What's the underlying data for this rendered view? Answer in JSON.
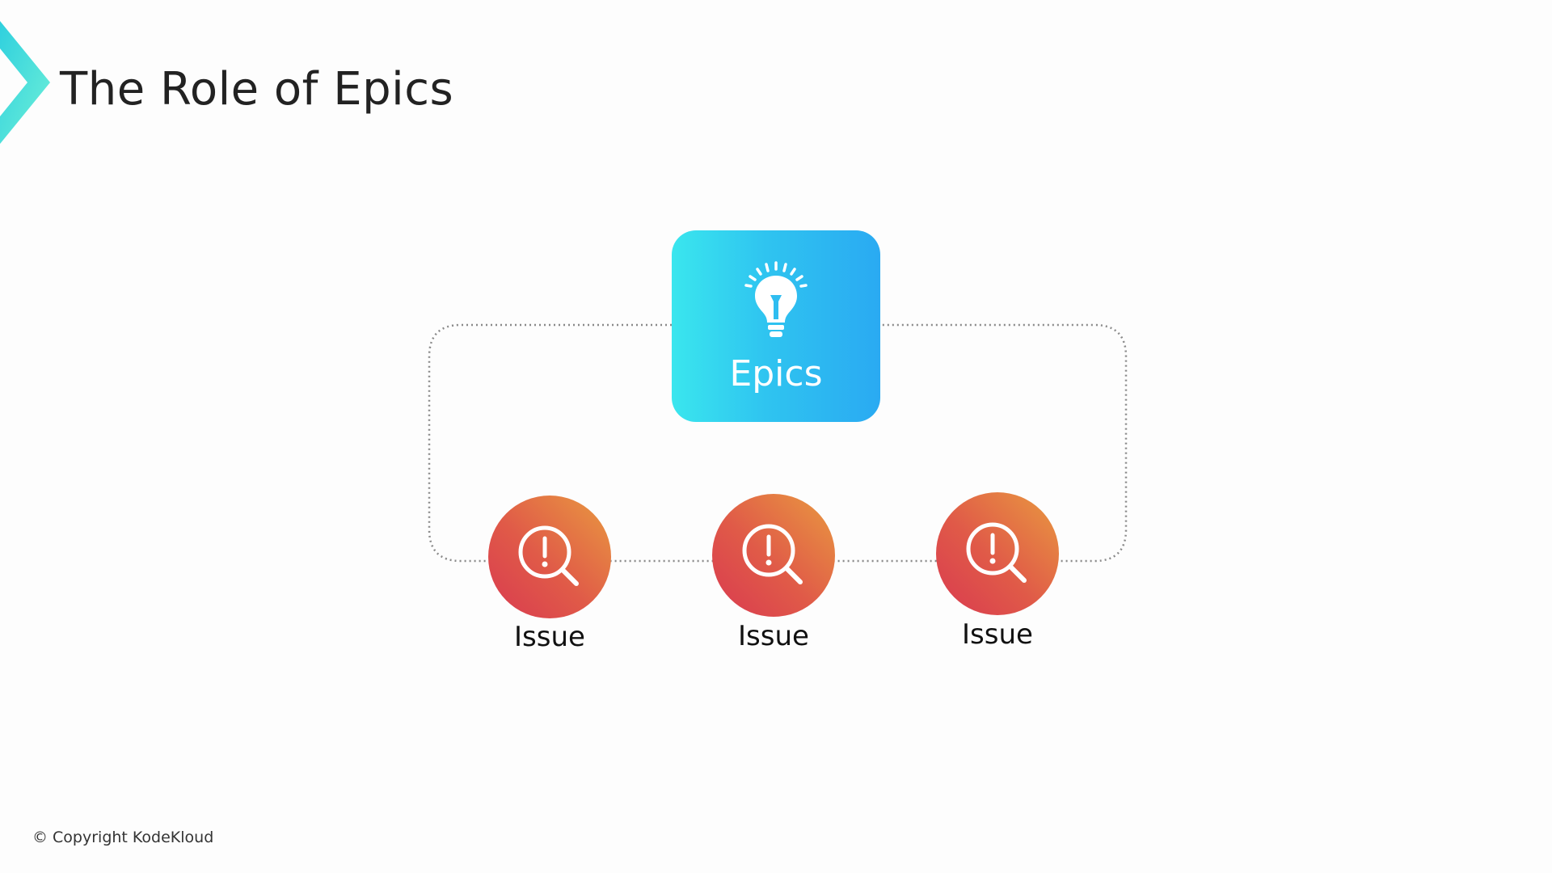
{
  "title": "The Role of Epics",
  "epic": {
    "label": "Epics",
    "icon": "lightbulb-icon"
  },
  "issues": [
    {
      "label": "Issue",
      "icon": "magnifier-exclamation-icon"
    },
    {
      "label": "Issue",
      "icon": "magnifier-exclamation-icon"
    },
    {
      "label": "Issue",
      "icon": "magnifier-exclamation-icon"
    }
  ],
  "footer": {
    "copyright": "© Copyright KodeKloud"
  },
  "colors": {
    "epic_gradient": [
      "#3ae6ee",
      "#2aaaf2"
    ],
    "issue_gradient": [
      "#d93a50",
      "#e99a40"
    ],
    "connector": "#8a8a8a",
    "accent": "#35d6d0"
  }
}
